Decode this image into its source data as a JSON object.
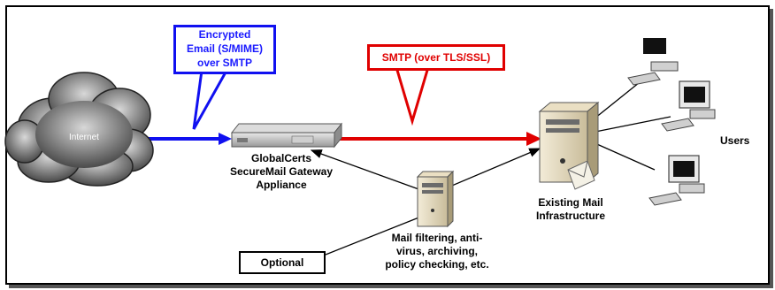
{
  "callouts": {
    "encrypted": {
      "line1": "Encrypted",
      "line2": "Email (S/MIME)",
      "line3": "over SMTP",
      "color": "#1a1aff"
    },
    "smtp": {
      "text": "SMTP (over TLS/SSL)",
      "color": "#e00000"
    },
    "optional": {
      "text": "Optional"
    }
  },
  "nodes": {
    "internet": {
      "label": "Internet"
    },
    "gateway": {
      "line1": "GlobalCerts",
      "line2": "SecureMail Gateway",
      "line3": "Appliance"
    },
    "filter": {
      "line1": "Mail filtering, anti-",
      "line2": "virus, archiving,",
      "line3": "policy checking, etc."
    },
    "mail": {
      "line1": "Existing Mail",
      "line2": "Infrastructure"
    },
    "users": {
      "label": "Users"
    }
  },
  "colors": {
    "blue": "#1010f0",
    "red": "#e00000",
    "black": "#000000"
  }
}
